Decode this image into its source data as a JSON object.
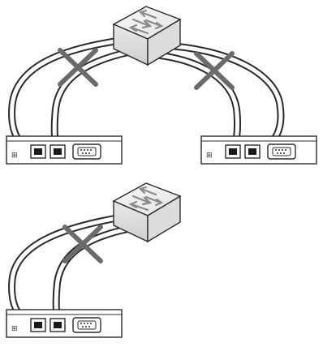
{
  "diagram": {
    "icons": {
      "network_switch": "network-switch-icon",
      "server_back_panel": "server-back-panel-icon",
      "serial_port": "serial-port-icon",
      "network_port": "ethernet-port-icon",
      "invalid_mark": "x-mark-icon"
    },
    "colors": {
      "outline": "#2a2a2a",
      "cable_fill": "#ffffff",
      "cross_mark": "#6b6b6b",
      "switch_light": "#f2f2f2",
      "switch_shade": "#d9d9d9"
    },
    "configurations": [
      {
        "id": "two-servers-one-switch",
        "switches": 1,
        "servers": 2,
        "invalid": true
      },
      {
        "id": "one-server-one-switch",
        "switches": 1,
        "servers": 1,
        "invalid": true
      }
    ]
  }
}
